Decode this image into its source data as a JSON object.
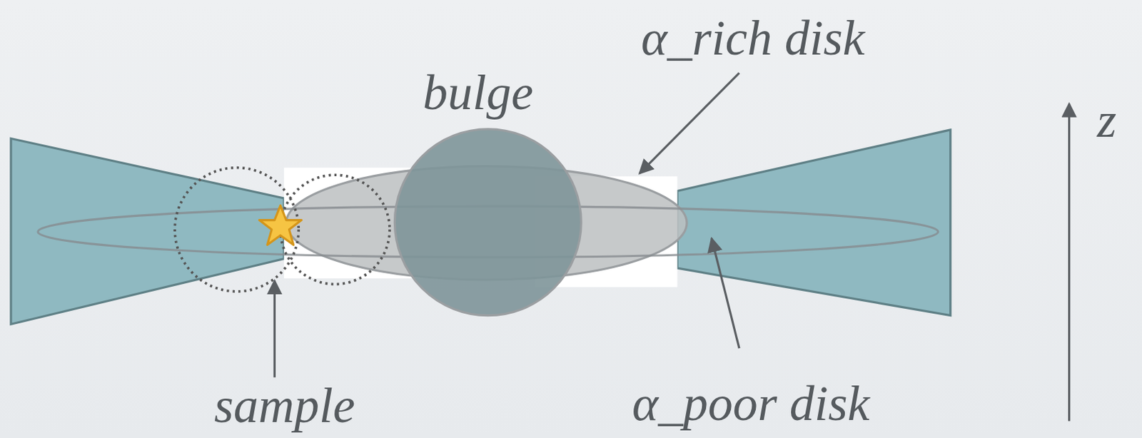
{
  "diagram": {
    "labels": [
      "α_rich disk",
      "bulge",
      "α_poor disk",
      "sample",
      "z"
    ]
  }
}
